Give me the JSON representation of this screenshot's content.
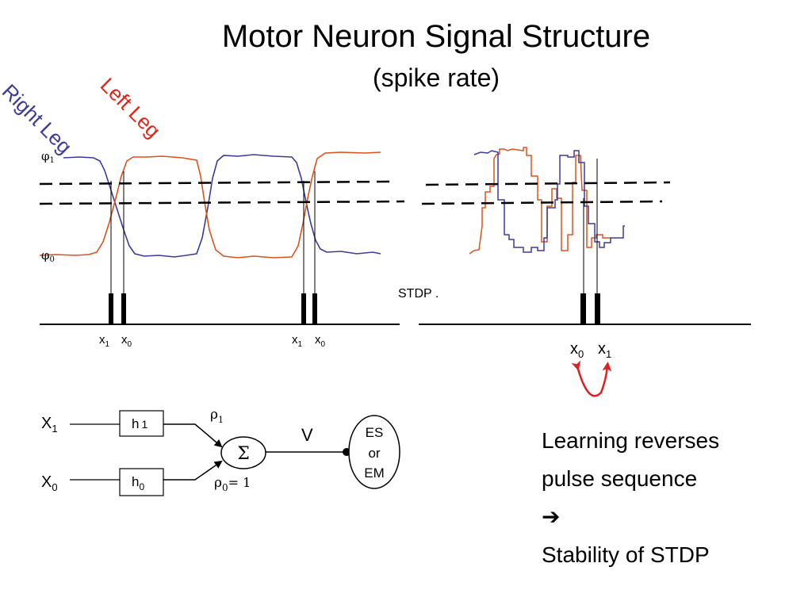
{
  "slide": {
    "title": "Motor Neuron Signal Structure",
    "subtitle": "(spike rate)"
  },
  "legend": {
    "right_leg": "Right Leg",
    "left_leg": "Left Leg"
  },
  "colors": {
    "right_leg": "#3b3b9e",
    "left_leg": "#e0501a",
    "arrow": "#e02020"
  },
  "left_plot": {
    "phi1": "φ",
    "phi1_sub": "1",
    "phi0": "φ",
    "phi0_sub": "0",
    "pulse_labels": [
      {
        "base": "x",
        "sub": "1"
      },
      {
        "base": "x",
        "sub": "0"
      },
      {
        "base": "x",
        "sub": "1"
      },
      {
        "base": "x",
        "sub": "0"
      }
    ]
  },
  "right_plot": {
    "stdp_label": "STDP .",
    "pulse_labels": [
      {
        "base": "x",
        "sub": "0"
      },
      {
        "base": "x",
        "sub": "1"
      }
    ]
  },
  "circuit": {
    "input1": {
      "base": "X",
      "sub": "1"
    },
    "input0": {
      "base": "X",
      "sub": "0"
    },
    "filter1": {
      "base": "h",
      "sub": "1"
    },
    "filter0": {
      "base": "h",
      "sub": "0"
    },
    "weight1": {
      "base": "ρ",
      "sub": "1"
    },
    "weight0": {
      "base": "ρ",
      "sub": "0",
      "suffix": "= 1"
    },
    "sum_symbol": "Σ",
    "output": "V",
    "target": [
      "ES",
      "or",
      "EM"
    ]
  },
  "notes": {
    "line1": "Learning reverses",
    "line2": "pulse sequence",
    "arrow": "➔",
    "line3": "Stability of STDP"
  }
}
